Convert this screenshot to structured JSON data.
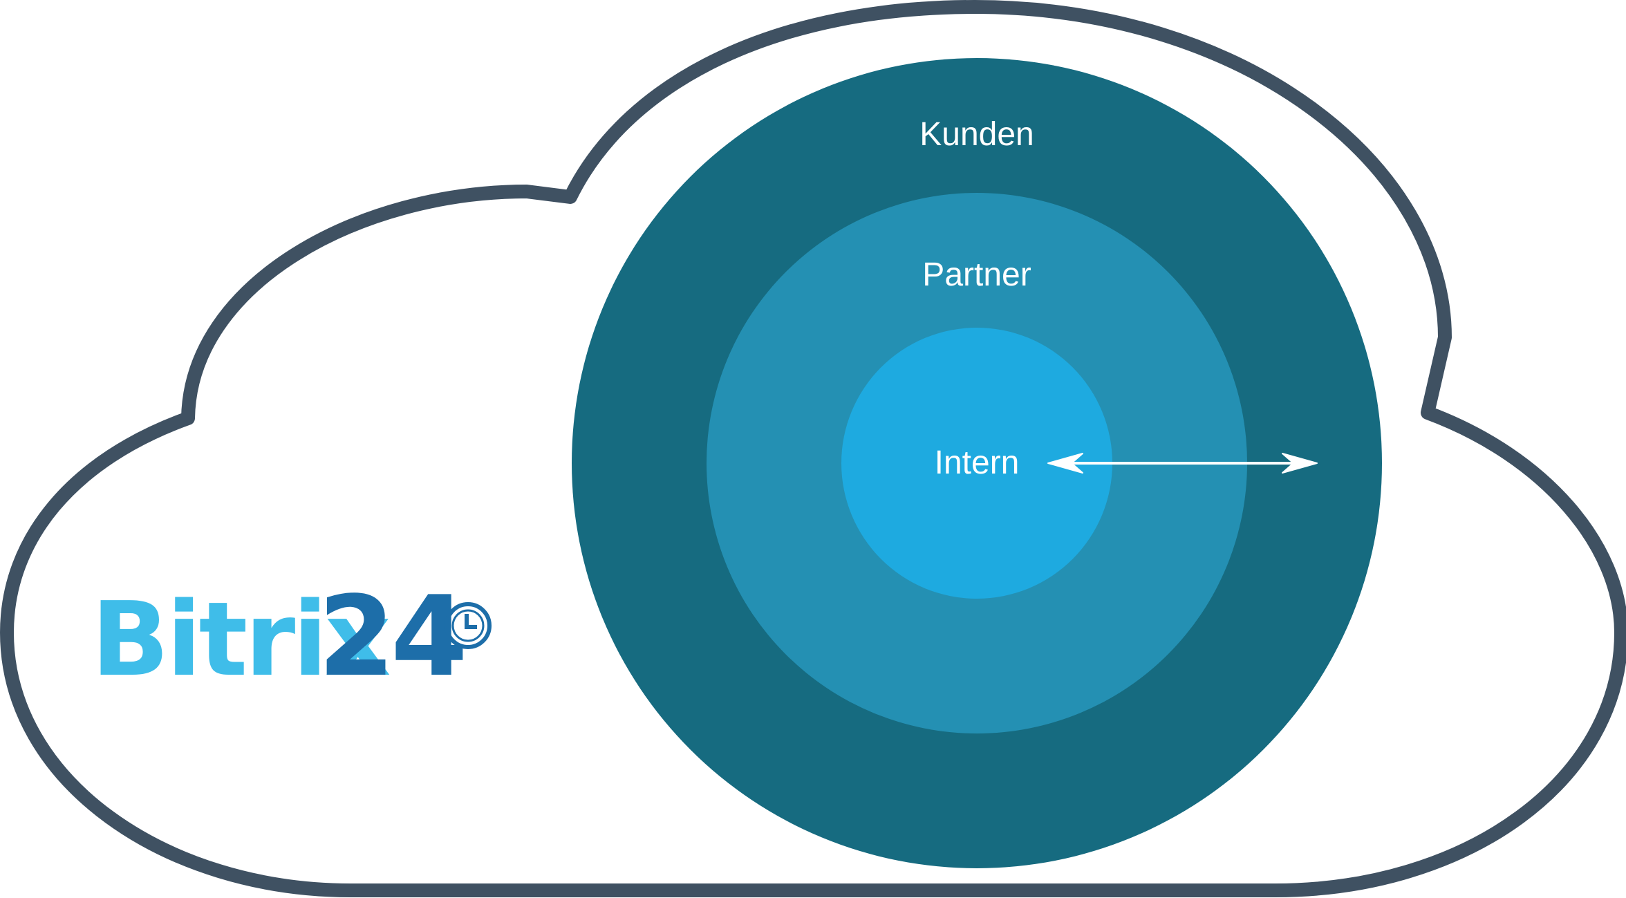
{
  "rings": {
    "outer": {
      "label": "Kunden",
      "color": "#166b80"
    },
    "middle": {
      "label": "Partner",
      "color": "#2490b3"
    },
    "inner": {
      "label": "Intern",
      "color": "#1eaae0"
    }
  },
  "logo": {
    "brand": "Bitrix",
    "number": "24",
    "brand_color": "#3fbde9",
    "number_color": "#1d6ea9",
    "icon": "clock-icon"
  },
  "cloud": {
    "stroke_color": "#3f5162",
    "fill_color": "#ffffff"
  },
  "arrow": {
    "icon": "double-arrow-icon",
    "color": "#ffffff"
  }
}
